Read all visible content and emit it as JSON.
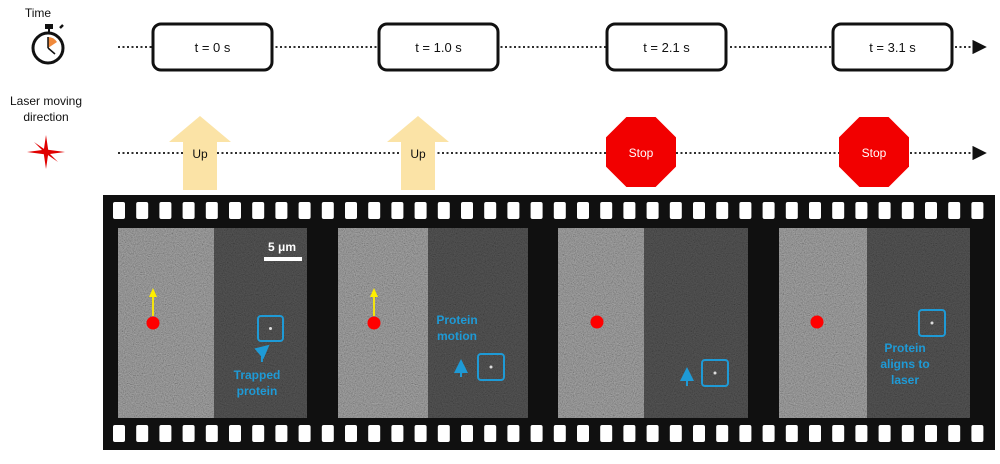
{
  "labels": {
    "time": "Time",
    "laser_line1": "Laser moving",
    "laser_line2": "direction"
  },
  "time_steps": [
    {
      "t_label": "t = 0 s",
      "direction": "Up"
    },
    {
      "t_label": "t = 1.0 s",
      "direction": "Up"
    },
    {
      "t_label": "t = 2.1 s",
      "direction": "Stop"
    },
    {
      "t_label": "t = 3.1 s",
      "direction": "Stop"
    }
  ],
  "scale_bar": "5 μm",
  "annotations": {
    "trapped_line1": "Trapped",
    "trapped_line2": "protein",
    "motion_line1": "Protein",
    "motion_line2": "motion",
    "aligns_line1": "Protein",
    "aligns_line2": "aligns to",
    "aligns_line3": "laser"
  },
  "colors": {
    "up_arrow": "#fbe3a6",
    "stop_sign": "#f20000",
    "annotation": "#1e9ad6",
    "laser_dot": "#ff0000",
    "move_arrow": "#ffee00",
    "film": "#101010"
  }
}
